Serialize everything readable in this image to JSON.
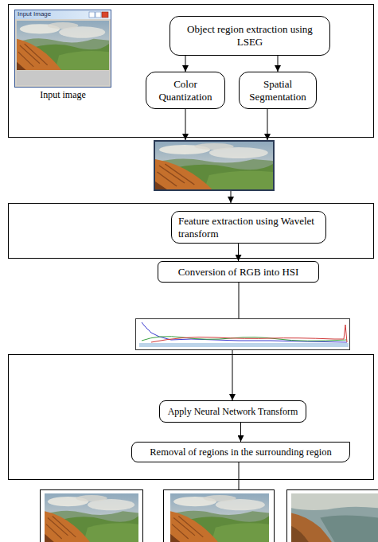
{
  "diagram": {
    "nodes": [
      {
        "text": [
          "Object region extraction using LSEG"
        ]
      },
      {
        "text": [
          "Color Quantization"
        ]
      },
      {
        "text": [
          "Spatial Segmentation"
        ]
      },
      {
        "text": [
          "Feature extraction using Wavelet transform"
        ]
      },
      {
        "text": [
          "Conversion of RGB into HSI"
        ]
      },
      {
        "text": [
          "Apply Neural Network Transform"
        ]
      },
      {
        "text": [
          "Removal of regions in the surrounding region"
        ]
      }
    ],
    "edges": [
      {
        "from": 0,
        "to": 1,
        "arrow": "to"
      },
      {
        "from": 0,
        "to": 2,
        "arrow": "to"
      },
      {
        "from": 3,
        "to": 4,
        "arrow": "to"
      },
      {
        "from": 5,
        "to": 6,
        "arrow": "to"
      }
    ],
    "labels": [
      "Input Image",
      "Input image"
    ]
  }
}
